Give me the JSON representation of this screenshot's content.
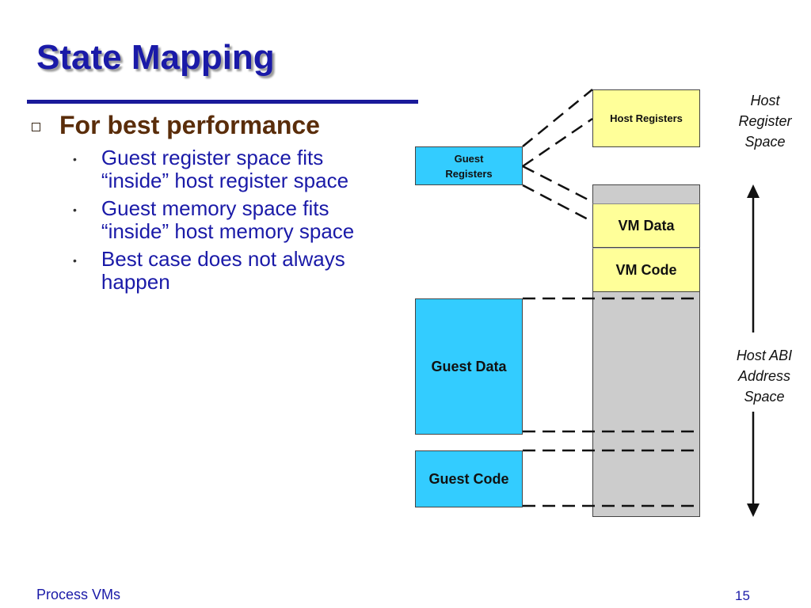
{
  "slide": {
    "title": "State Mapping",
    "bullet": "For best performance",
    "subbullets": [
      "Guest register space fits “inside” host register space",
      "Guest memory space fits “inside” host memory space",
      "Best case does not always happen"
    ],
    "footer_left": "Process VMs",
    "page_number": "15"
  },
  "diagram": {
    "guest_registers": "Guest Registers",
    "guest_data": "Guest Data",
    "guest_code": "Guest Code",
    "host_registers": "Host Registers",
    "vm_data": "VM Data",
    "vm_code": "VM Code",
    "host_register_space_label": "Host Register Space",
    "host_abi_label": "Host  ABI Address Space"
  },
  "colors": {
    "title": "#1a1aa8",
    "bullet": "#5a2d0a",
    "guest_box": "#33ccff",
    "host_register_box": "#ffff99",
    "host_memory": "#cccccc"
  }
}
